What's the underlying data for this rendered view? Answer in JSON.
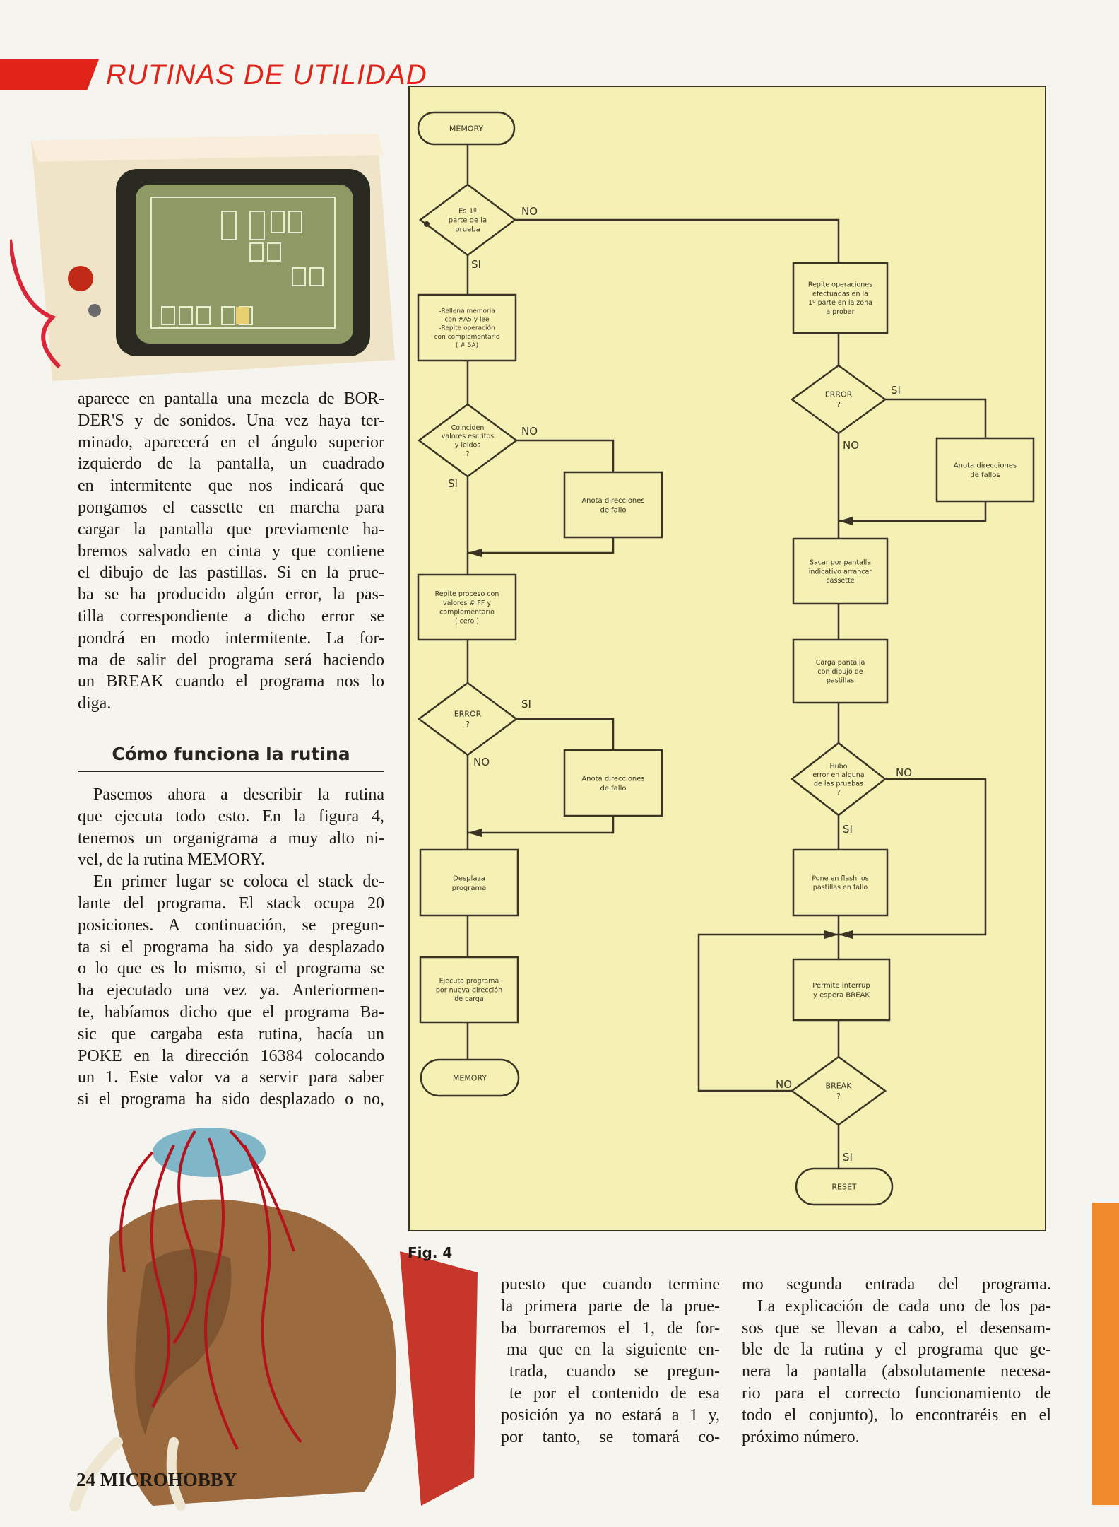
{
  "header": {
    "section_title": "RUTINAS DE UTILIDAD",
    "accent_color": "#e2231a"
  },
  "article": {
    "paragraph1_lines": [
      "aparece en pantalla una mezcla de BOR-",
      "DER'S y de sonidos. Una vez haya ter-",
      "minado, aparecerá en el ángulo superior",
      "izquierdo de la pantalla, un cuadrado",
      "en intermitente que nos indicará que",
      "pongamos el cassette en marcha para",
      "cargar la pantalla que previamente ha-",
      "bremos salvado en cinta y que contiene",
      "el dibujo de las pastillas. Si en la prue-",
      "ba se ha producido algún error, la pas-",
      "tilla correspondiente a dicho error se",
      "pondrá en modo intermitente. La for-",
      "ma de salir del programa será haciendo",
      "un BREAK cuando el programa nos lo",
      "diga."
    ],
    "heading": "Cómo funciona la rutina",
    "paragraph2_lines": [
      "Pasemos ahora a describir la rutina",
      "que ejecuta todo esto. En la figura 4,",
      "tenemos un organigrama a muy alto ni-",
      "vel, de la rutina MEMORY.",
      "En primer lugar se coloca el stack de-",
      "lante del programa. El stack ocupa 20",
      "posiciones. A continuación, se pregun-",
      "ta si el programa ha sido ya desplazado",
      "o lo que es lo mismo, si el programa se",
      "ha ejecutado una vez ya. Anteriormen-",
      "te, habíamos dicho que el programa Ba-",
      "sic que cargaba esta rutina, hacía un",
      "POKE en la dirección 16384 colocando",
      "un 1. Este valor va a servir para saber",
      "si el programa ha sido desplazado o no,"
    ],
    "column3_lines": [
      "puesto que cuando termine",
      "la primera parte de la prue-",
      "ba borraremos el 1, de for-",
      "ma que en la siguiente en-",
      "trada, cuando se pregun-",
      "te por el contenido de esa",
      "posición ya no estará a 1 y,",
      "por tanto, se tomará co-"
    ],
    "column4_lines": [
      "mo segunda entrada del programa.",
      "La explicación de cada uno de los pa-",
      "sos que se llevan a cabo, el desensam-",
      "ble de la rutina y el programa que ge-",
      "nera la pantalla (absolutamente necesa-",
      "rio para el correcto funcionamiento de",
      "todo el conjunto), lo encontraréis en el",
      "próximo número."
    ]
  },
  "figure": {
    "label": "Fig. 4",
    "background_color": "#f5f0b4",
    "nodes": {
      "start": [
        "MEMORY"
      ],
      "q_first_part": [
        "Es 1º",
        "parte de la",
        "prueba"
      ],
      "fill_memory": [
        "-Rellena memoria",
        "con #A5 y lee",
        "-Repite operación",
        "con complementario",
        "( # 5A)"
      ],
      "q_match": [
        "Coinciden",
        "valores escritos",
        "y leidos",
        "?"
      ],
      "note_fail_1": [
        "Anota direcciones",
        "de fallo"
      ],
      "repeat_ff": [
        "Repite proceso con",
        "valores # FF y",
        "complementario",
        "( cero )"
      ],
      "q_error_1": [
        "ERROR",
        "?"
      ],
      "note_fail_2": [
        "Anota direcciones",
        "de fallo"
      ],
      "move_program": [
        "Desplaza",
        "programa"
      ],
      "run_program": [
        "Ejecuta programa",
        "por nueva dirección",
        "de carga"
      ],
      "end_memory": [
        "MEMORY"
      ],
      "repeat_ops": [
        "Repite operaciones",
        "efectuadas en la",
        "1º parte en la zona",
        "a probar"
      ],
      "q_error_2": [
        "ERROR",
        "?"
      ],
      "note_fails": [
        "Anota direcciones",
        "de fallos"
      ],
      "show_cassette": [
        "Sacar por pantalla",
        "indicativo arrancar",
        "cassette"
      ],
      "load_screen": [
        "Carga pantalla",
        "con dibujo de",
        "pastillas"
      ],
      "q_any_error": [
        "Hubo",
        "error en alguna",
        "de las pruebas",
        "?"
      ],
      "flash_chips": [
        "Pone en flash los",
        "pastillas en fallo"
      ],
      "allow_interrupt": [
        "Permite interrup",
        "y espera BREAK"
      ],
      "q_break": [
        "BREAK",
        "?"
      ],
      "reset": [
        "RESET"
      ]
    },
    "branch_labels": {
      "yes": "SI",
      "no": "NO"
    }
  },
  "footer": {
    "page_number": "24",
    "magazine": "MICROHOBBY"
  }
}
